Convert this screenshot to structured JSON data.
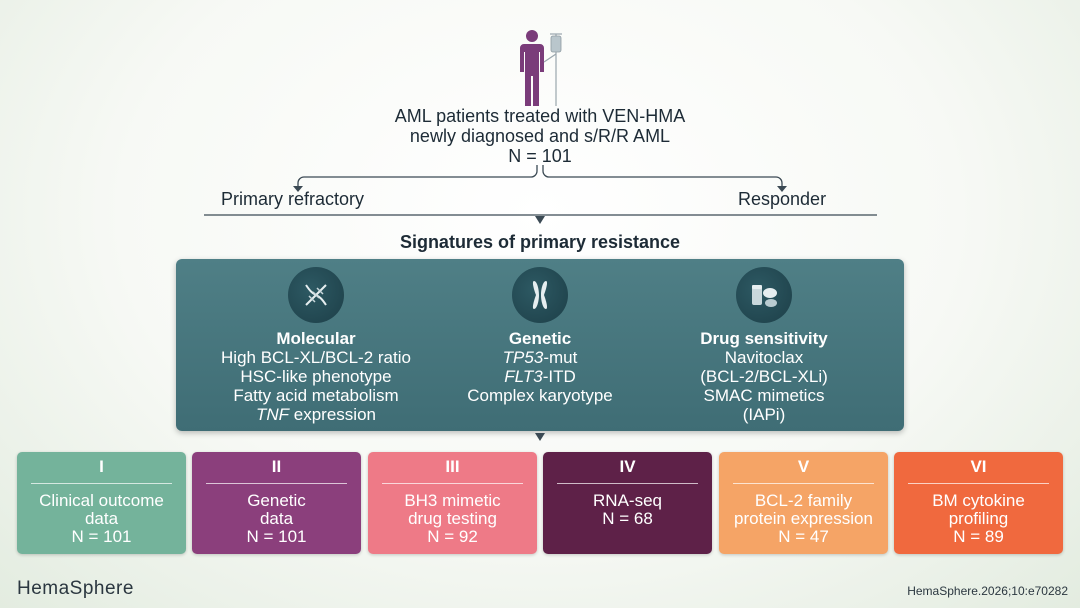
{
  "header": {
    "line1": "AML patients treated with VEN-HMA",
    "line2": "newly diagnosed and s/R/R AML",
    "line3": "N = 101"
  },
  "branches": {
    "left": "Primary refractory",
    "right": "Responder"
  },
  "signatures_title": "Signatures of primary resistance",
  "signatures": {
    "molecular": {
      "icon": "dna-icon",
      "title": "Molecular",
      "items": [
        "High BCL-XL/BCL-2 ratio",
        "HSC-like phenotype",
        "Fatty acid metabolism"
      ],
      "last_italic": "TNF",
      "last_rest": " expression"
    },
    "genetic": {
      "icon": "chromosome-icon",
      "title": "Genetic",
      "item1_italic": "TP53",
      "item1_rest": "-mut",
      "item2_italic": "FLT3",
      "item2_rest": "-ITD",
      "item3": "Complex karyotype"
    },
    "drug": {
      "icon": "pills-icon",
      "title": "Drug sensitivity",
      "items": [
        "Navitoclax",
        "(BCL-2/BCL-XLi)",
        "SMAC mimetics",
        "(IAPi)"
      ]
    }
  },
  "cards": [
    {
      "numeral": "I",
      "line1": "Clinical outcome",
      "line2": "data",
      "n": "N = 101",
      "color": "#74b39b"
    },
    {
      "numeral": "II",
      "line1": "Genetic",
      "line2": "data",
      "n": "N = 101",
      "color": "#8b3f7c"
    },
    {
      "numeral": "III",
      "line1": "BH3 mimetic",
      "line2": "drug testing",
      "n": "N = 92",
      "color": "#ee7a87"
    },
    {
      "numeral": "IV",
      "line1": "RNA-seq",
      "line2": "",
      "n": "N = 68",
      "color": "#5e2148"
    },
    {
      "numeral": "V",
      "line1": "BCL-2 family",
      "line2": "protein expression",
      "n": "N = 47",
      "color": "#f5a466"
    },
    {
      "numeral": "VI",
      "line1": "BM cytokine",
      "line2": "profiling",
      "n": "N = 89",
      "color": "#f0693e"
    }
  ],
  "footer": {
    "brand": "HemaSphere",
    "citation": "HemaSphere.2026;10:e70282"
  }
}
